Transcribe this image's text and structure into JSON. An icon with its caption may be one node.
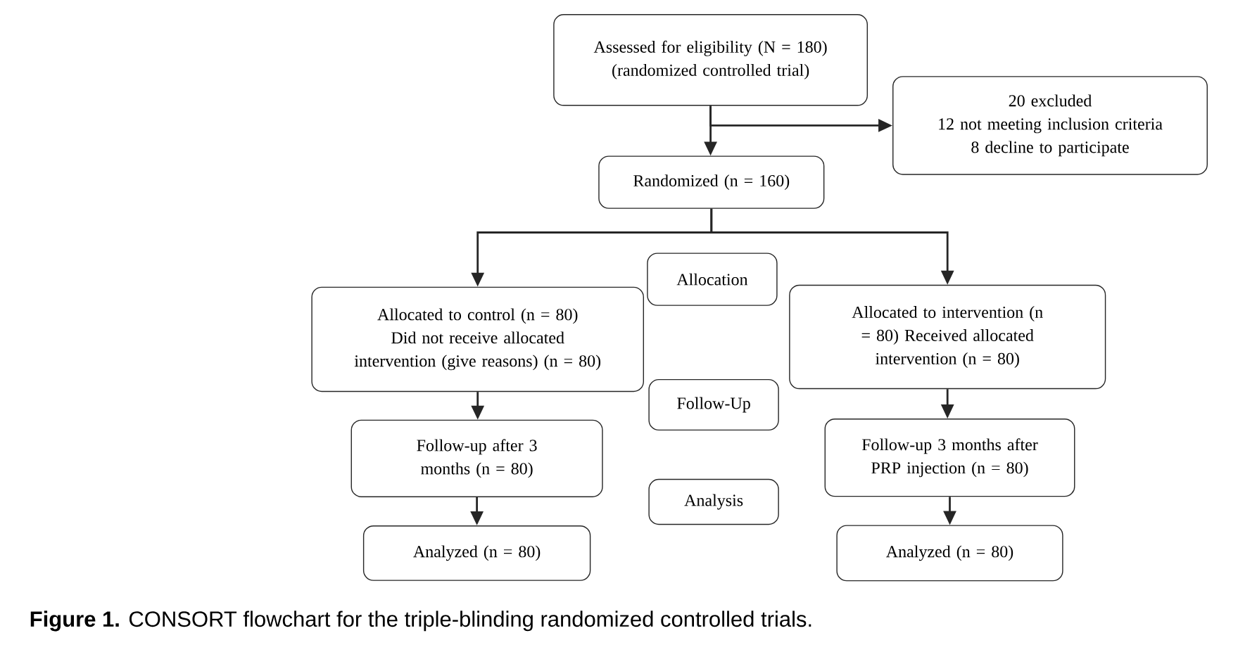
{
  "diagram": {
    "caption": "**Figure 1.** CONSORT flowchart for the triple-blinding randomized controlled trials.",
    "nodes": [
      {
        "text": [
          "Assessed for eligibility (N = 180) (randomized controlled trial)"
        ]
      },
      {
        "text": [
          "20 excluded",
          "12 not meeting inclusion criteria",
          "8 decline to participate"
        ]
      },
      {
        "text": [
          "Randomized (n = 160)"
        ]
      },
      {
        "text": [
          "Allocation"
        ]
      },
      {
        "text": [
          "Allocated to control (n = 80) Did not receive allocated intervention (give reasons) (n = 80)"
        ]
      },
      {
        "text": [
          "Allocated to intervention (n = 80) Received allocated intervention (n = 80)"
        ]
      },
      {
        "text": [
          "Follow-Up"
        ]
      },
      {
        "text": [
          "Follow-up after 3 months (n = 80)"
        ]
      },
      {
        "text": [
          "Follow-up 3 months after PRP injection (n = 80)"
        ]
      },
      {
        "text": [
          "Analysis"
        ]
      },
      {
        "text": [
          "Analyzed (n = 80)"
        ]
      },
      {
        "text": [
          "Analyzed (n = 80)"
        ]
      }
    ],
    "edges": [
      {
        "from": 0,
        "to": 2,
        "arrow": "to"
      },
      {
        "from": 0,
        "to": 1,
        "arrow": "to"
      },
      {
        "from": 2,
        "to": 4,
        "arrow": "to"
      },
      {
        "from": 2,
        "to": 5,
        "arrow": "to"
      },
      {
        "from": 4,
        "to": 7,
        "arrow": "to"
      },
      {
        "from": 7,
        "to": 10,
        "arrow": "to"
      },
      {
        "from": 5,
        "to": 8,
        "arrow": "to"
      },
      {
        "from": 8,
        "to": 11,
        "arrow": "to"
      }
    ]
  }
}
